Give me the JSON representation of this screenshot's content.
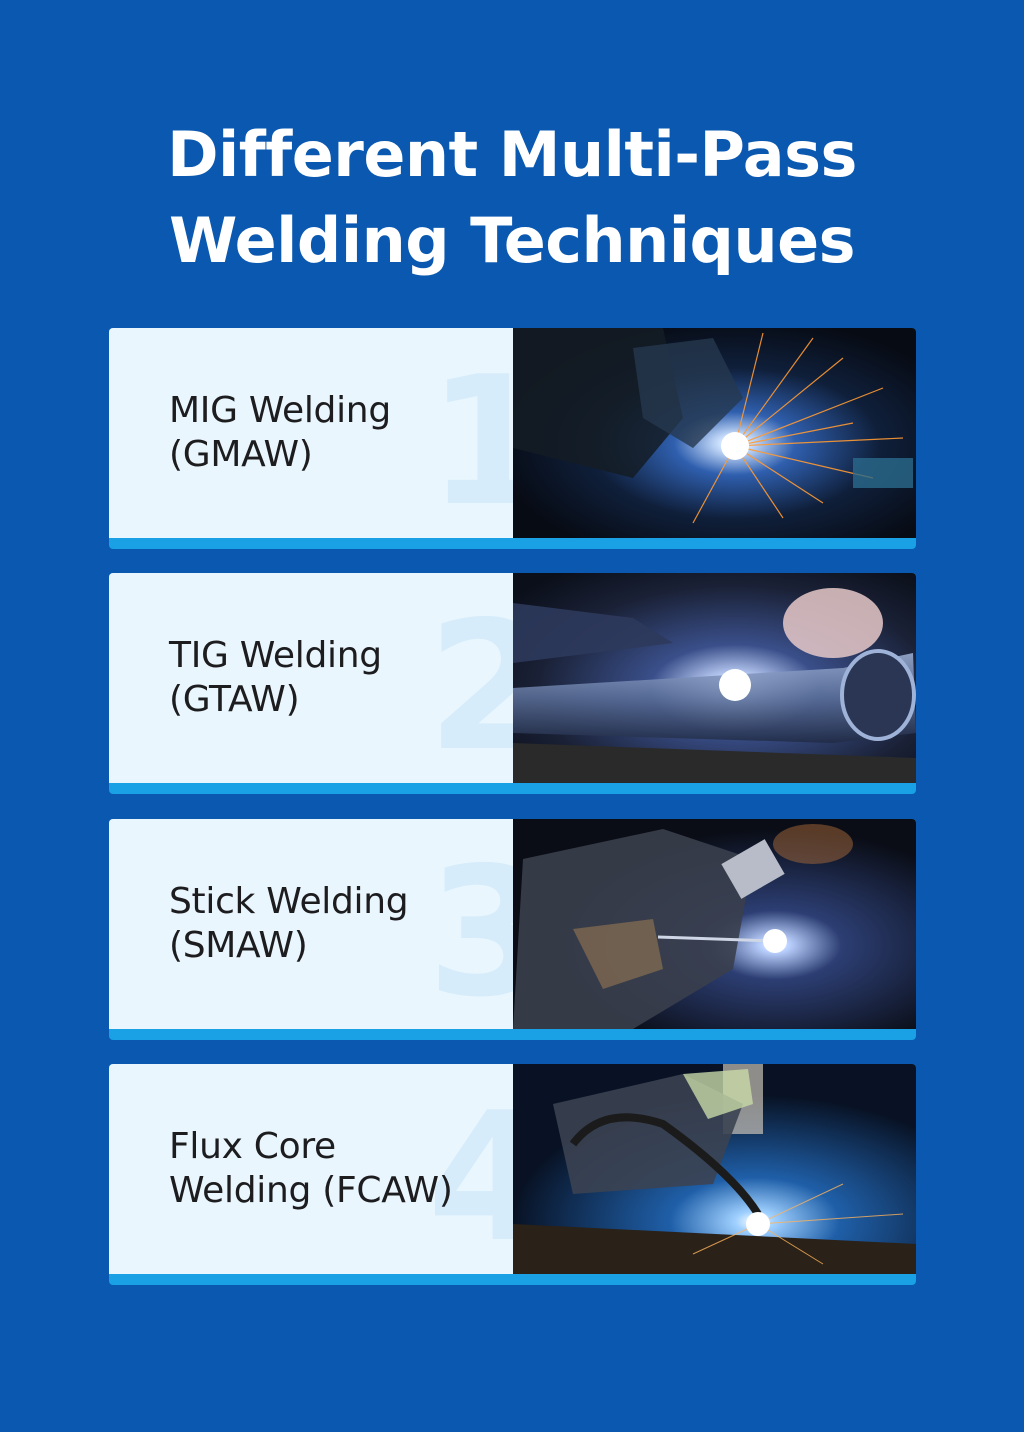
{
  "title": {
    "line1": "Different Multi-Pass",
    "line2": "Welding Techniques"
  },
  "colors": {
    "background": "#0a58b0",
    "card": "#e9f6fd",
    "accent": "#1aa0e4",
    "number": "#d6ecfb"
  },
  "items": [
    {
      "number": "1",
      "line1": "MIG Welding",
      "line2": "(GMAW)",
      "image": "welding-sparks-photo"
    },
    {
      "number": "2",
      "line1": "TIG Welding",
      "line2": "(GTAW)",
      "image": "pipe-welding-photo"
    },
    {
      "number": "3",
      "line1": "Stick Welding",
      "line2": "(SMAW)",
      "image": "stick-welding-photo"
    },
    {
      "number": "4",
      "line1": "Flux Core",
      "line2": "Welding (FCAW)",
      "image": "flux-core-welding-photo"
    }
  ]
}
